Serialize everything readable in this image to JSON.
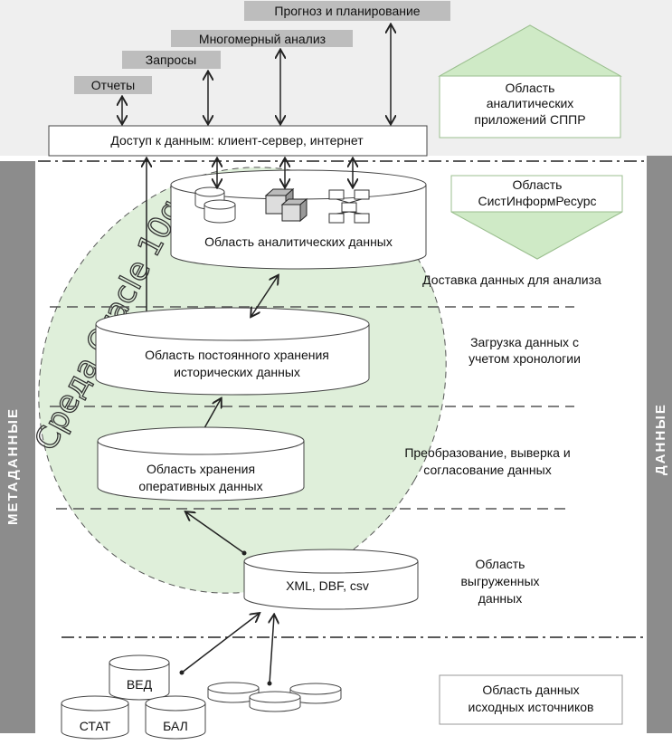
{
  "top_bars": {
    "forecast": "Прогноз и планирование",
    "multidim": "Многомерный анализ",
    "queries": "Запросы",
    "reports": "Отчеты"
  },
  "access_box": "Доступ к данным:  клиент-сервер,  интернет",
  "zones": {
    "apps": [
      "Область",
      "аналитических",
      "приложений СППР"
    ],
    "sysres": [
      "Область",
      "СистИнформРесурс"
    ],
    "source": [
      "Область данных",
      "исходных источников"
    ]
  },
  "oracle_env": "Среда Oracle 10g",
  "stores": {
    "analytic": "Область аналитических данных",
    "historic": [
      "Область постоянного хранения",
      "исторических данных"
    ],
    "operative": [
      "Область хранения",
      "оперативных данных"
    ],
    "export": "XML, DBF, csv"
  },
  "stages": {
    "delivery": "Доставка данных для анализа",
    "load": [
      "Загрузка данных с",
      "учетом хронологии"
    ],
    "transform": [
      "Преобразование, выверка и",
      "согласование данных"
    ],
    "unloaded": [
      "Область",
      "выгруженных",
      "данных"
    ]
  },
  "sources": {
    "ved": "ВЕД",
    "stat": "СТАТ",
    "bal": "БАЛ"
  },
  "side_labels": {
    "left": "МЕТАДАННЫЕ",
    "right": "ДАННЫЕ"
  },
  "colors": {
    "top_band": "#efefef",
    "side_bar": "#8c8c8c",
    "bar_gray": "#bdbdbd",
    "green_fill": "#d9ecd4",
    "triangle_green": "#cfeac6"
  }
}
